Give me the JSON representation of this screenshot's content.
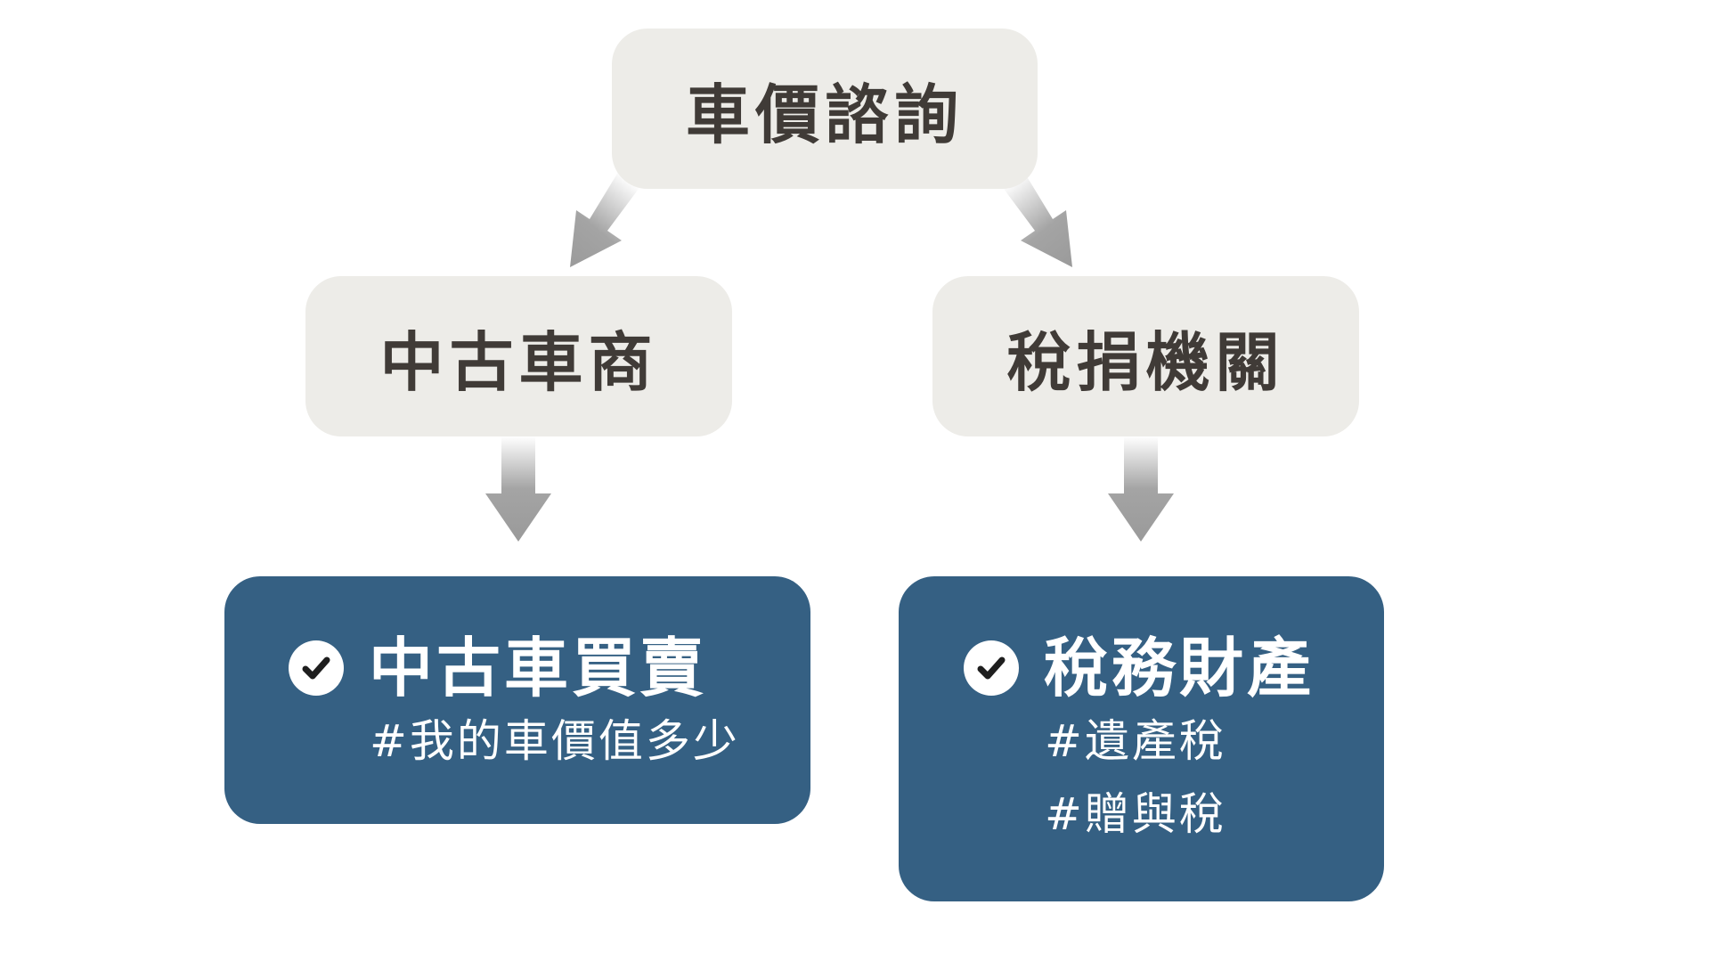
{
  "root": {
    "label": "車價諮詢"
  },
  "branches": [
    {
      "label": "中古車商",
      "result": {
        "title": "中古車買賣",
        "tags": [
          "#我的車價值多少"
        ]
      }
    },
    {
      "label": "稅捐機關",
      "result": {
        "title": "稅務財產",
        "tags": [
          "#遺產稅",
          "#贈與稅"
        ]
      }
    }
  ],
  "colors": {
    "node_fill": "#edece8",
    "node_text": "#403b37",
    "result_fill": "#356083",
    "result_text": "#ffffff",
    "arrow": "#a8a8a8"
  },
  "icons": {
    "result_marker": "check-circle-icon"
  }
}
